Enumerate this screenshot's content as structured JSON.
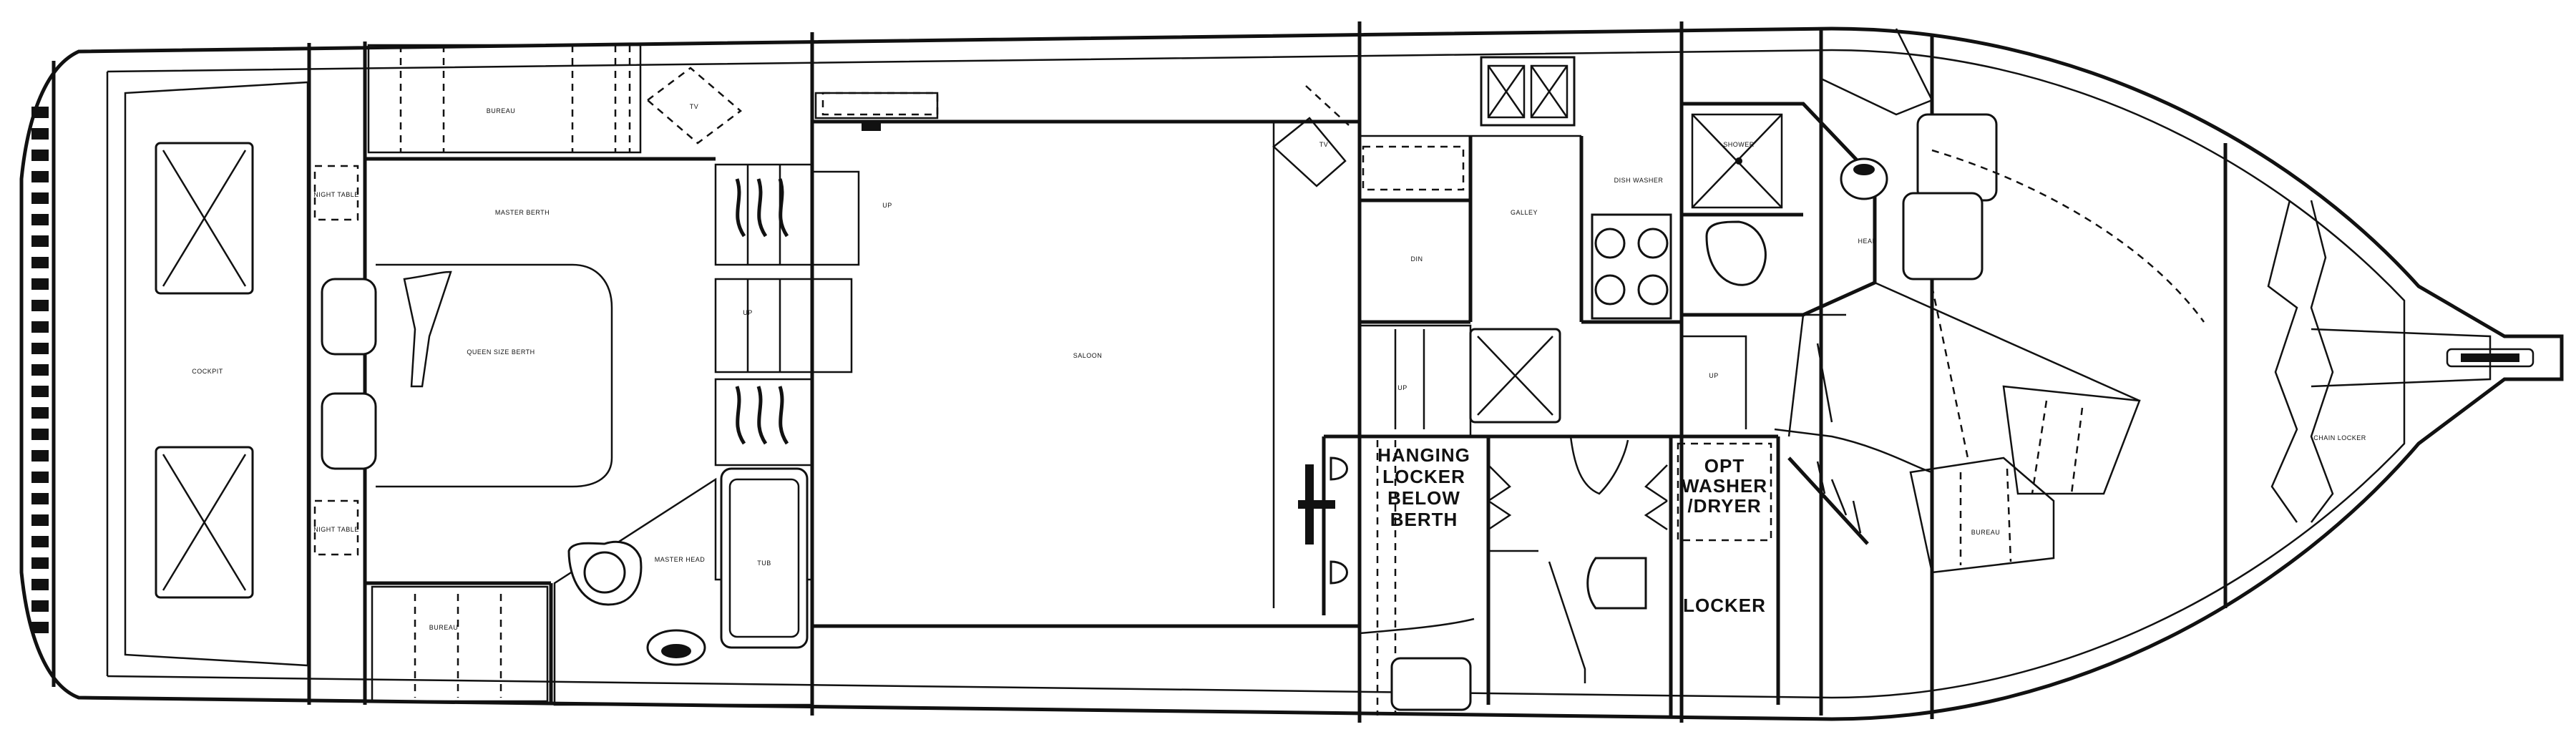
{
  "labels": {
    "cockpit": "COCKPIT",
    "bureau_aft_top": "BUREAU",
    "tv_aft": "TV",
    "night_table_top": "NIGHT TABLE",
    "master_berth_top": "MASTER BERTH",
    "queen_size_berth": "QUEEN SIZE BERTH",
    "night_table_bottom": "NIGHT TABLE",
    "bureau_aft_bottom": "BUREAU",
    "master_head": "MASTER HEAD",
    "tub": "TUB",
    "up_aft_top": "UP",
    "up_aft_mid": "UP",
    "saloon": "SALOON",
    "tv_fwd": "TV",
    "dinette": "DIN",
    "galley": "GALLEY",
    "dish_washer": "DISH WASHER",
    "up_galley": "UP",
    "hanging_locker_1": "HANGING",
    "hanging_locker_2": "LOCKER",
    "hanging_locker_3": "BELOW",
    "hanging_locker_4": "BERTH",
    "opt_washer_1": "OPT",
    "opt_washer_2": "WASHER",
    "opt_washer_3": "/DRYER",
    "locker": "LOCKER",
    "shower": "SHOWER",
    "head_fwd": "HEAD",
    "up_fwd": "UP",
    "bureau_fwd": "BUREAU",
    "chain_locker": "CHAIN LOCKER"
  }
}
